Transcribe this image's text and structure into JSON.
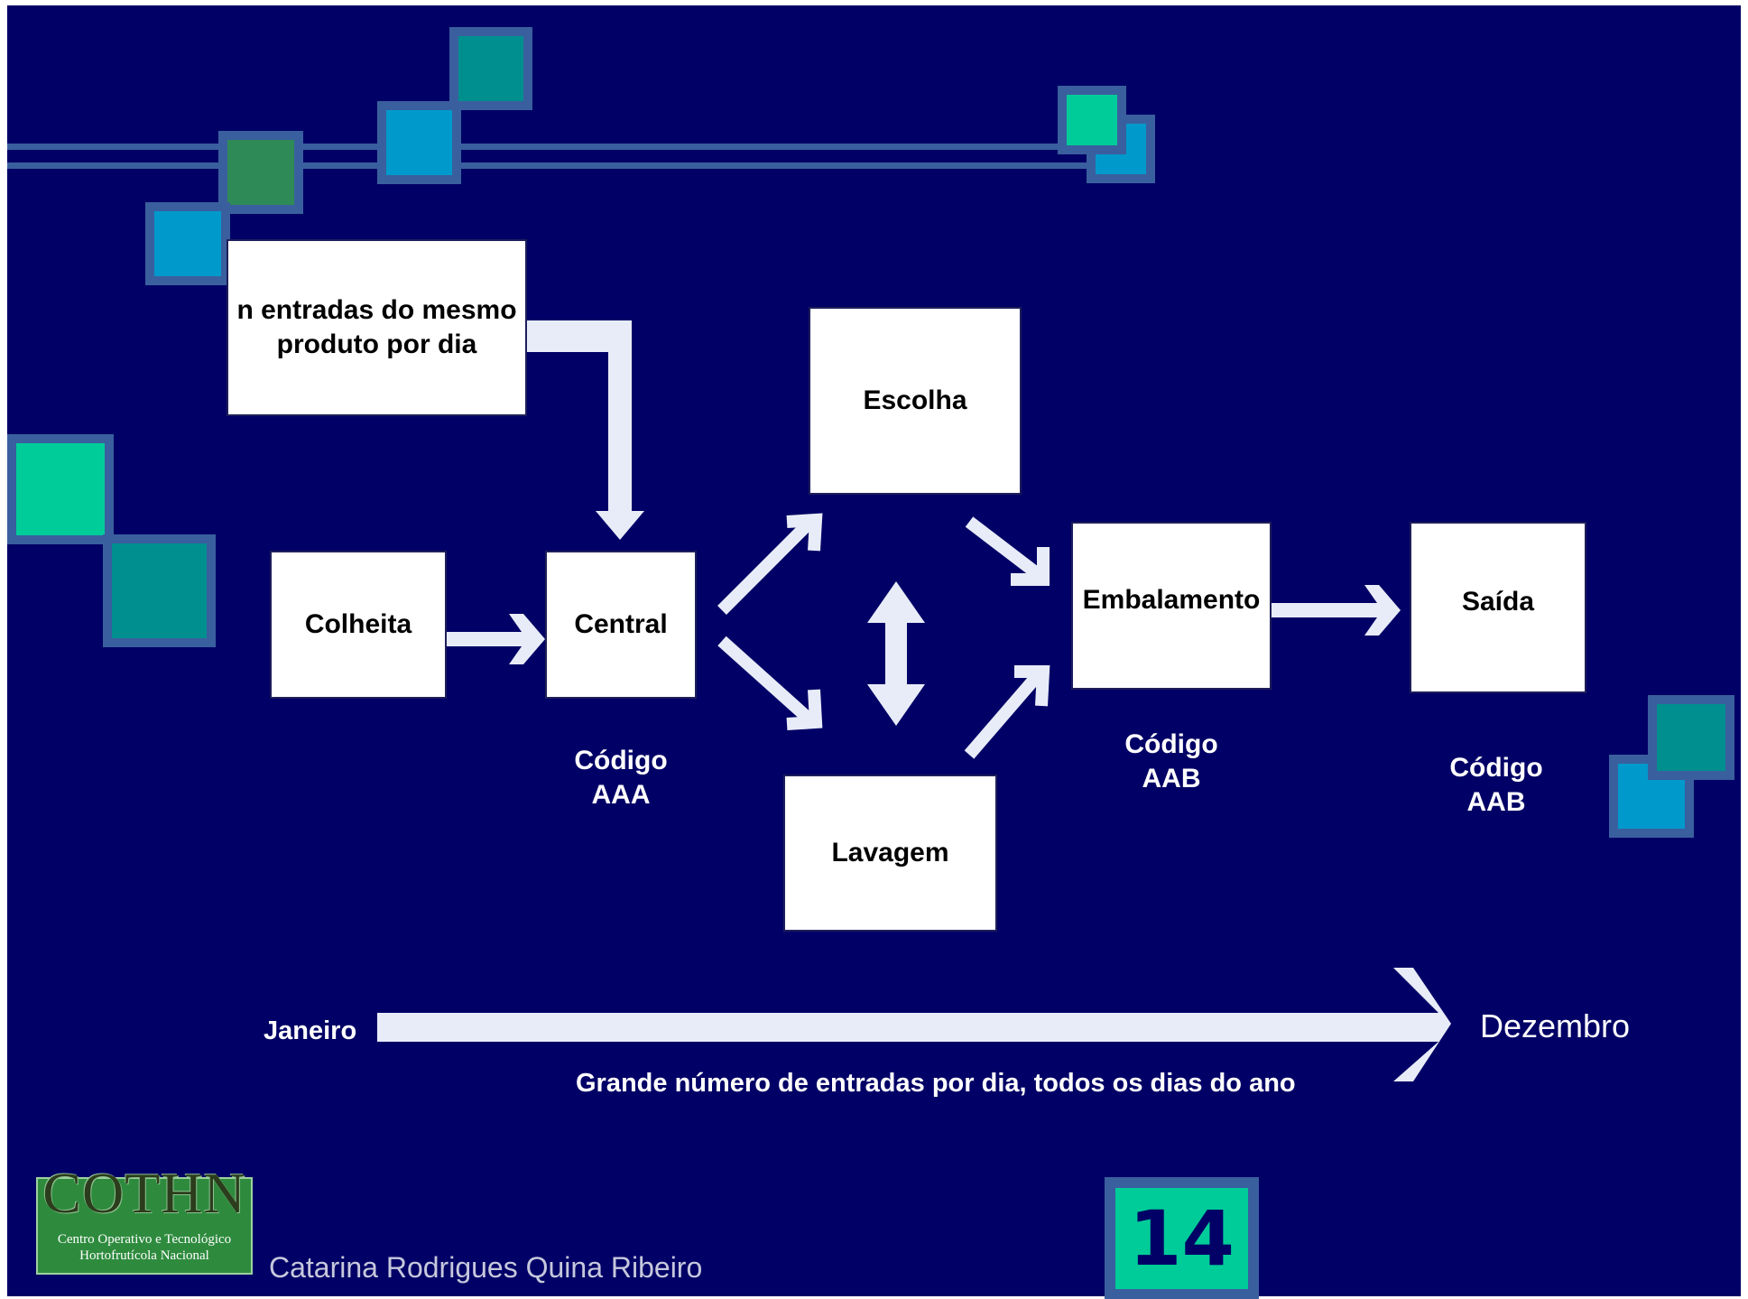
{
  "colors": {
    "background": "#000066",
    "arrow": "#e8ecf8",
    "deco_border": "#3a5f9e",
    "deco_fills": [
      "#008f8f",
      "#0099cc",
      "#2e8b57",
      "#00cc99"
    ],
    "badge_fill": "#00cc99"
  },
  "boxes": {
    "input": "n entradas do mesmo\nproduto por dia",
    "colheita": "Colheita",
    "central": "Central",
    "escolha": "Escolha",
    "lavagem": "Lavagem",
    "embalamento": "Embalamento",
    "saida": "Saída"
  },
  "codes": {
    "central": "Código\nAAA",
    "embalamento": "Código\nAAB",
    "saida": "Código\nAAB"
  },
  "timeline": {
    "start": "Janeiro",
    "end": "Dezembro",
    "caption": "Grande número de entradas por dia, todos os dias do ano"
  },
  "footer": {
    "logo_name": "COTHN",
    "logo_subtitle": "Centro Operativo e Tecnológico\nHortofrutícola Nacional",
    "author": "Catarina Rodrigues Quina Ribeiro",
    "page_number": "14"
  }
}
